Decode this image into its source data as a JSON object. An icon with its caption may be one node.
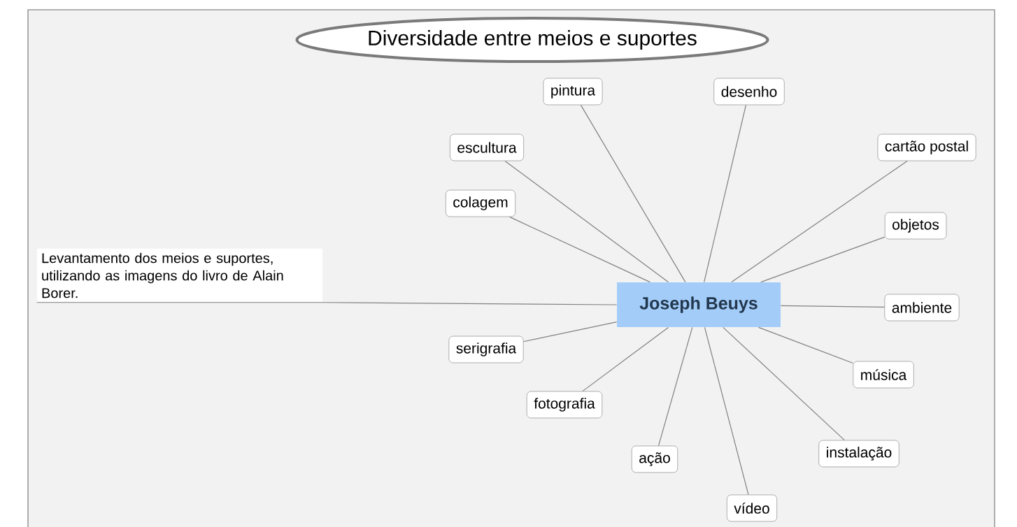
{
  "diagram": {
    "nodes": [
      {
        "text": [
          "Diversidade entre meios e suportes"
        ]
      },
      {
        "text": [
          "pintura"
        ]
      },
      {
        "text": [
          "desenho"
        ]
      },
      {
        "text": [
          "escultura"
        ]
      },
      {
        "text": [
          "cartão postal"
        ]
      },
      {
        "text": [
          "colagem"
        ]
      },
      {
        "text": [
          "objetos"
        ]
      },
      {
        "text": [
          "Levantamento dos meios e suportes, utilizando as imagens do livro de Alain Borer."
        ]
      },
      {
        "text": [
          "Joseph Beuys"
        ]
      },
      {
        "text": [
          "ambiente"
        ]
      },
      {
        "text": [
          "serigrafia"
        ]
      },
      {
        "text": [
          "música"
        ]
      },
      {
        "text": [
          "fotografia"
        ]
      },
      {
        "text": [
          "instalação"
        ]
      },
      {
        "text": [
          "ação"
        ]
      },
      {
        "text": [
          "vídeo"
        ]
      }
    ],
    "edges": [
      {
        "from": 8,
        "to": 1,
        "arrow": "none"
      },
      {
        "from": 8,
        "to": 2,
        "arrow": "none"
      },
      {
        "from": 8,
        "to": 3,
        "arrow": "none"
      },
      {
        "from": 8,
        "to": 4,
        "arrow": "none"
      },
      {
        "from": 8,
        "to": 5,
        "arrow": "none"
      },
      {
        "from": 8,
        "to": 6,
        "arrow": "none"
      },
      {
        "from": 8,
        "to": 7,
        "arrow": "none"
      },
      {
        "from": 8,
        "to": 9,
        "arrow": "none"
      },
      {
        "from": 8,
        "to": 10,
        "arrow": "none"
      },
      {
        "from": 8,
        "to": 11,
        "arrow": "none"
      },
      {
        "from": 8,
        "to": 12,
        "arrow": "none"
      },
      {
        "from": 8,
        "to": 13,
        "arrow": "none"
      },
      {
        "from": 8,
        "to": 14,
        "arrow": "none"
      },
      {
        "from": 8,
        "to": 15,
        "arrow": "none"
      }
    ]
  }
}
